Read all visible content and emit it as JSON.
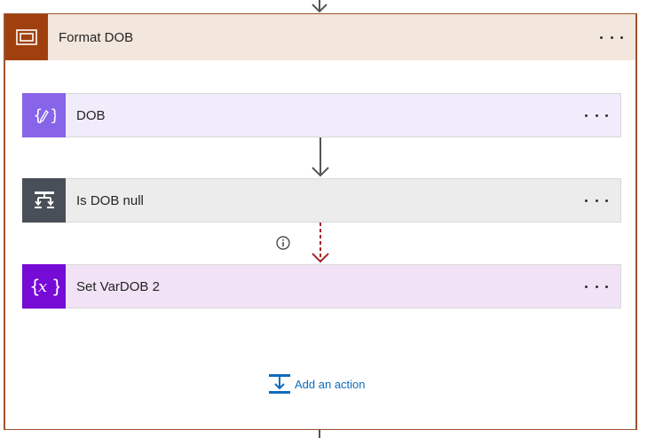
{
  "scope": {
    "title": "Format DOB",
    "accent": "#a0400f"
  },
  "actions": [
    {
      "label": "DOB",
      "icon": "compose-icon",
      "color": "#8764e8"
    },
    {
      "label": "Is DOB null",
      "icon": "condition-icon",
      "color": "#484f58"
    },
    {
      "label": "Set VarDOB 2",
      "icon": "variable-icon",
      "color": "#770bd6"
    }
  ],
  "add_action": {
    "label": "Add an action",
    "icon": "add-action-icon"
  },
  "colors": {
    "link": "#0f6cbd",
    "run_after_arrow": "#a4262c"
  }
}
